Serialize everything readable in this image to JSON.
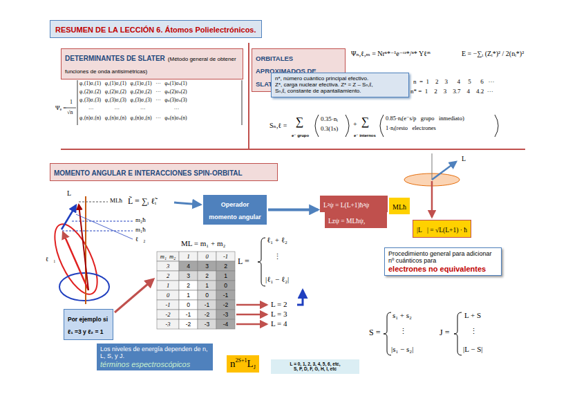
{
  "diagram": {
    "title": "RESUMEN DE LA LECCIÓN 6. Átomos Polielectrónicos.",
    "nodes": [
      {
        "text": [
          "DETERMINANTES DE SLATER",
          "(Método general de obtener funciones de onda antisimétricas)"
        ]
      },
      {
        "text": [
          "ORBITALES APROXIMADOS DE SLATER"
        ]
      },
      {
        "text": [
          "n*, número cuántico principal efectivo.",
          "Z*, carga nuclear efectiva. Z* = Z – Sₙ,ℓ,",
          "Sₙ,ℓ, constante de apantallamiento."
        ]
      },
      {
        "text": [
          "MOMENTO ANGULAR E INTERACCIONES SPIN-ORBITAL"
        ]
      },
      {
        "text": [
          "Operador momento angular"
        ]
      },
      {
        "text": [
          "L²ψ = L(L+1)ħ²ψ"
        ]
      },
      {
        "text": [
          "Lzψ = MLħψ,"
        ]
      },
      {
        "text": [
          "MLħ"
        ]
      },
      {
        "text": [
          "|L⃗| = √L(L+1) · ħ"
        ]
      },
      {
        "text": [
          "Por ejemplo si ℓ₁ =3 y ℓ₂ = 1"
        ]
      },
      {
        "text": [
          "Procedimiento general para adicionar nº cuánticos para",
          "electrones no equivalentes"
        ]
      },
      {
        "text": [
          "Los niveles de energía dependen de n, L, S, y J.",
          "términos espectroscópicos"
        ]
      },
      {
        "text": [
          "n",
          "2S+1",
          "L",
          "J"
        ]
      },
      {
        "text": [
          "L = 0, 1, 2, 3, 4, 5, 6, etc,",
          "S, P, D, F, G, H, I, etc"
        ]
      }
    ],
    "edges": [
      {
        "from": 4,
        "to": 5,
        "arrow": "to"
      }
    ],
    "labels": [
      "Ψₑ =",
      "1",
      "√n",
      "φ₁(1)σ₁(1)   φ₂(1)σ₂(1)   φ₃(1)σ₃(1)   ···   φₙ(1)σₙ(1)",
      "φ₁(2)σ₁(2)   φ₂(2)σ₂(2)   φ₃(2)σ₃(2)   ···   φₙ(2)σₙ(2)",
      "φ₁(3)σ₁(3)   φ₂(3)σ₂(3)   φ₃(3)σ₃(3)   ···   φₙ(3)σₙ(3)",
      "···                ···                ···                      ···",
      "φ₁(n)σ₁(n)   φ₂(n)σ₂(n)   φ₃(n)σ₃(n)   ···   φₙ(n)σₙ(n)",
      "Ψₙ,ℓ,ₘ = Nrⁿ*⁻¹e⁻ʳᶻ*/ⁿ* Yℓᵐ",
      "E = −∑ᵢ (Zᵢ*)² / 2(nᵢ*)²",
      "n  =  1    2    3      4     5      6   ···",
      "n* =  1    2    3    3.7    4    4.2  ···",
      "Sₙ,ℓ =",
      "∑",
      "e⁻ grupo",
      "0.35·nᵢ",
      "0.3(1s)",
      "+",
      "∑",
      "e⁻ internos",
      "0.85·nᵢ(e⁻s/p   grupo   inmediato)",
      "1·nᵢ(resto   electrones",
      "L̃ = ∑ᵢ ℓ̃ᵢ",
      "L⃗",
      "MLħ",
      "m₂ħ",
      "m₁ħ",
      "ℓ⃗₂",
      "ℓ⃗₁",
      "ML = m₁ + m₂",
      "m₁  m₂",
      "1",
      "0",
      "-1",
      "3",
      "4",
      "3",
      "2",
      "2",
      "3",
      "2",
      "1",
      "1",
      "2",
      "1",
      "0",
      "0",
      "1",
      "0",
      "-1",
      "-1",
      "0",
      "-1",
      "-2",
      "-2",
      "-1",
      "-2",
      "-3",
      "-3",
      "-2",
      "-3",
      "-4",
      "L =",
      "ℓ₁ + ℓ₂",
      "⋮",
      "|ℓ₁ − ℓ₂|",
      "L = 2",
      "L = 3",
      "L = 4",
      "L⃗",
      "S =",
      "s₁ + s₂",
      "⋮",
      "|s₁ − s₂|",
      "J =",
      "L + S",
      "⋮",
      "|L − S|"
    ]
  }
}
